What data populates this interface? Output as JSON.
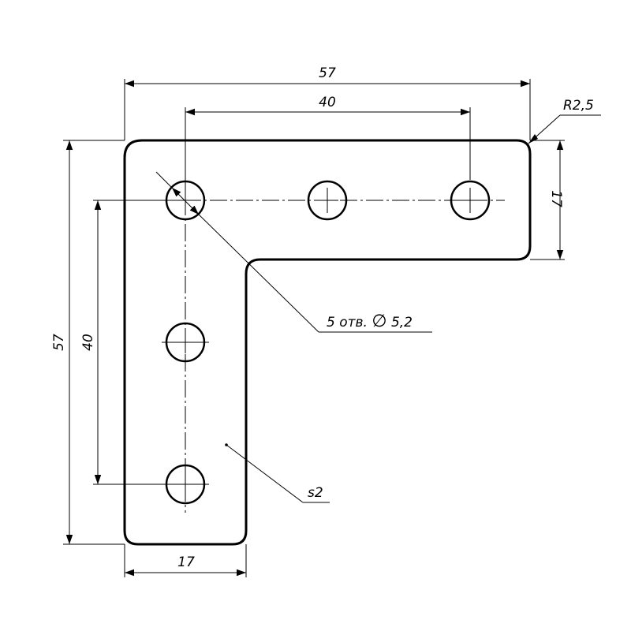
{
  "dimensions": {
    "overall_width": "57",
    "holes_horizontal_span": "40",
    "corner_radius": "R2,5",
    "arm_height": "17",
    "overall_height": "57",
    "holes_vertical_span": "40",
    "arm_width": "17"
  },
  "notes": {
    "holes_prefix": "5 отв.",
    "diameter_symbol": "∅",
    "holes_diameter": "5,2",
    "thickness": "s2"
  },
  "part": {
    "hole_count": 5
  }
}
